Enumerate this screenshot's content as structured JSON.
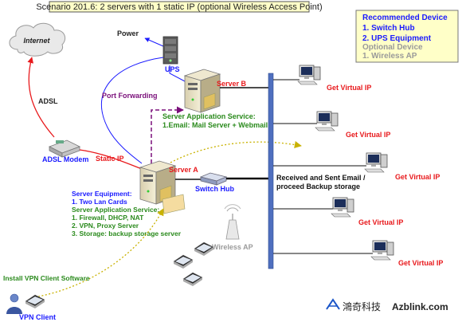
{
  "title": "Scenario 201.6: 2 servers with 1 static IP (optional Wireless Access Point)",
  "recommended": {
    "heading": "Recommended Device",
    "item1": "1. Switch Hub",
    "item2": "2. UPS Equipment",
    "optional_heading": "Optional Device",
    "optional_item1": "1. Wireless AP"
  },
  "labels": {
    "internet": "Internet",
    "power": "Power",
    "ups": "UPS",
    "adsl": "ADSL",
    "adsl_modem": "ADSL Modem",
    "static_ip": "Static IP",
    "port_forwarding": "Port Forwarding",
    "server_b": "Server B",
    "server_a": "Server A",
    "switch_hub": "Switch Hub",
    "wireless_ap": "Wireless AP",
    "vpn_client_software": "Install VPN Client Software",
    "vpn_client": "VPN Client",
    "received_1": "Received and Sent Email /",
    "received_2": "proceed Backup storage",
    "brand_cn": "鴻奇科技",
    "brand_en": "Azblink.com"
  },
  "server_b_service": {
    "heading": "Server Application Service:",
    "line1": "1.Email: Mail Server + Webmail"
  },
  "server_a_info": {
    "equipment_heading": "Server Equipment:",
    "equipment_line1": "1. Two Lan Cards",
    "service_heading": "Server Application Service:",
    "service_line1": "1. Firewall, DHCP, NAT",
    "service_line2": "2. VPN, Proxy Server",
    "service_line3": "3. Storage: backup storage server"
  },
  "virtual_ip_labels": [
    "Get Virtual IP",
    "Get Virtual IP",
    "Get Virtual IP",
    "Get Virtual IP",
    "Get Virtual IP"
  ],
  "colors": {
    "red": "#e8191c",
    "blue": "#1a1aff",
    "green": "#2a8a1c",
    "purple": "#7a0f7a",
    "grey": "#9a9a9a",
    "box_fill": "#ffffc8",
    "backbone": "#4f6fbf"
  }
}
